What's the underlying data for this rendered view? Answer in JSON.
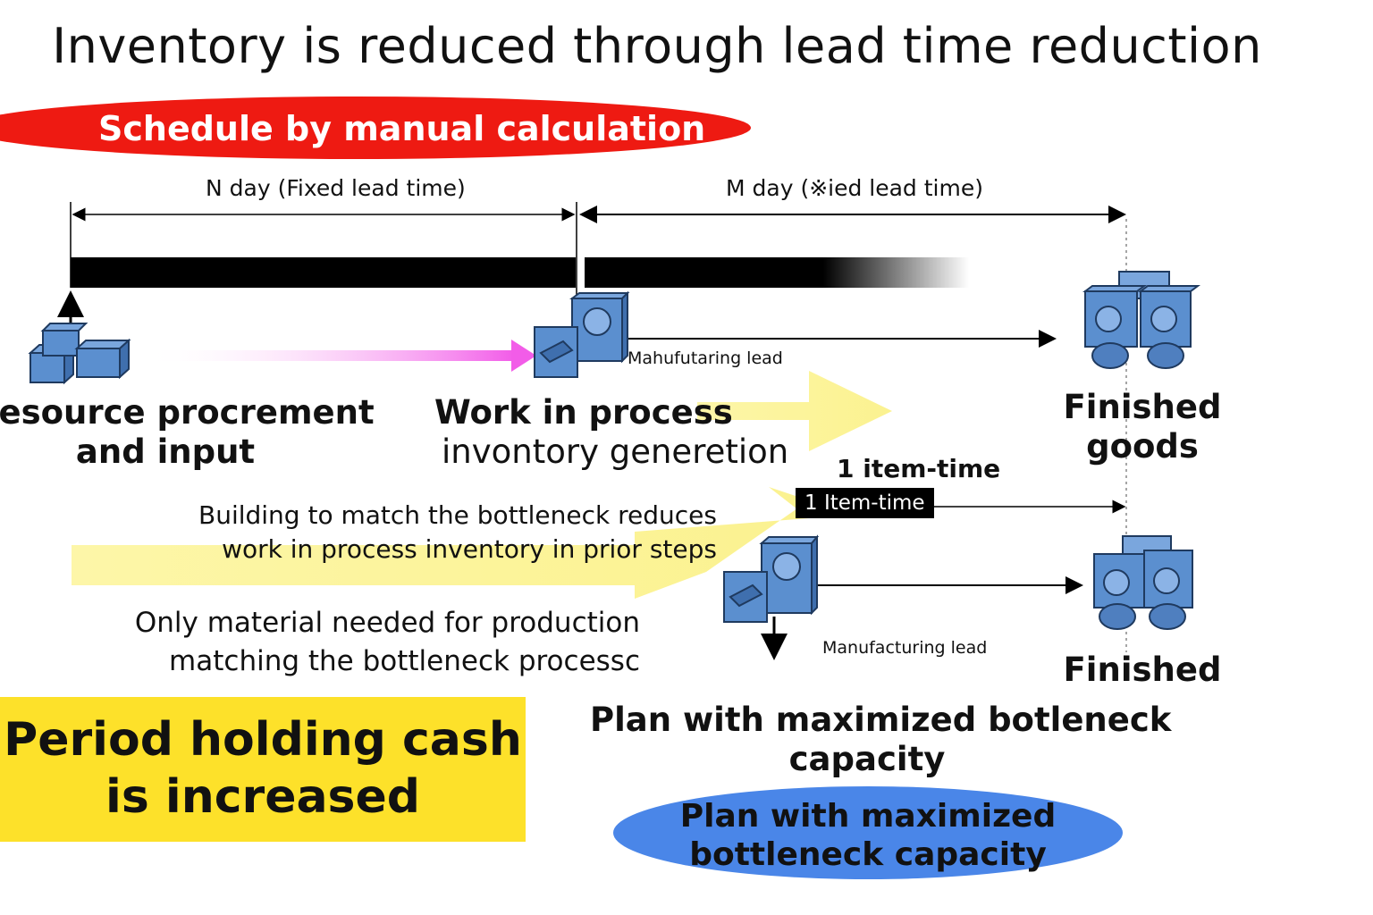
{
  "title": "Inventory is reduced through lead time reduction",
  "schedule_oval": {
    "label": "Schedule by manual calculation",
    "color": "#ee1a12"
  },
  "spans": {
    "n_day": "N day (Fixed lead time)",
    "m_day": "M day (※ied lead time)"
  },
  "stages": {
    "resource": {
      "line1": "Resource procrement",
      "line2": "and input",
      "icon": "boxes-icon"
    },
    "wip": {
      "line1": "Work in process",
      "line2": "invontory generetion",
      "icon": "machine-icon"
    },
    "finished_top": {
      "line1": "Finished",
      "line2": "goods",
      "icon": "finished-goods-icon"
    },
    "finished_bottom": {
      "label": "Finished",
      "icon": "finished-goods-icon"
    }
  },
  "lead_labels": {
    "top": "Mahufutaring lead",
    "bottom": "Manufacturing lead"
  },
  "item_time": {
    "header": "1 item-time",
    "tag": "1 Item-time"
  },
  "notes": {
    "bottleneck_line1": "Building to match the bottleneck reduces",
    "bottleneck_line2": "work in process inventory in prior steps",
    "material_line1": "Only material needed for production",
    "material_line2": "matching the bottleneck processc"
  },
  "plan_label": {
    "line1": "Plan with maximized botleneck",
    "line2": "capacity"
  },
  "yellow_box": {
    "line1": "Period holding cash",
    "line2": "is increased",
    "color": "#fde12a"
  },
  "blue_oval": {
    "line1": "Plan with maximized",
    "line2": "bottleneck capacity",
    "color": "#4a86e8"
  }
}
